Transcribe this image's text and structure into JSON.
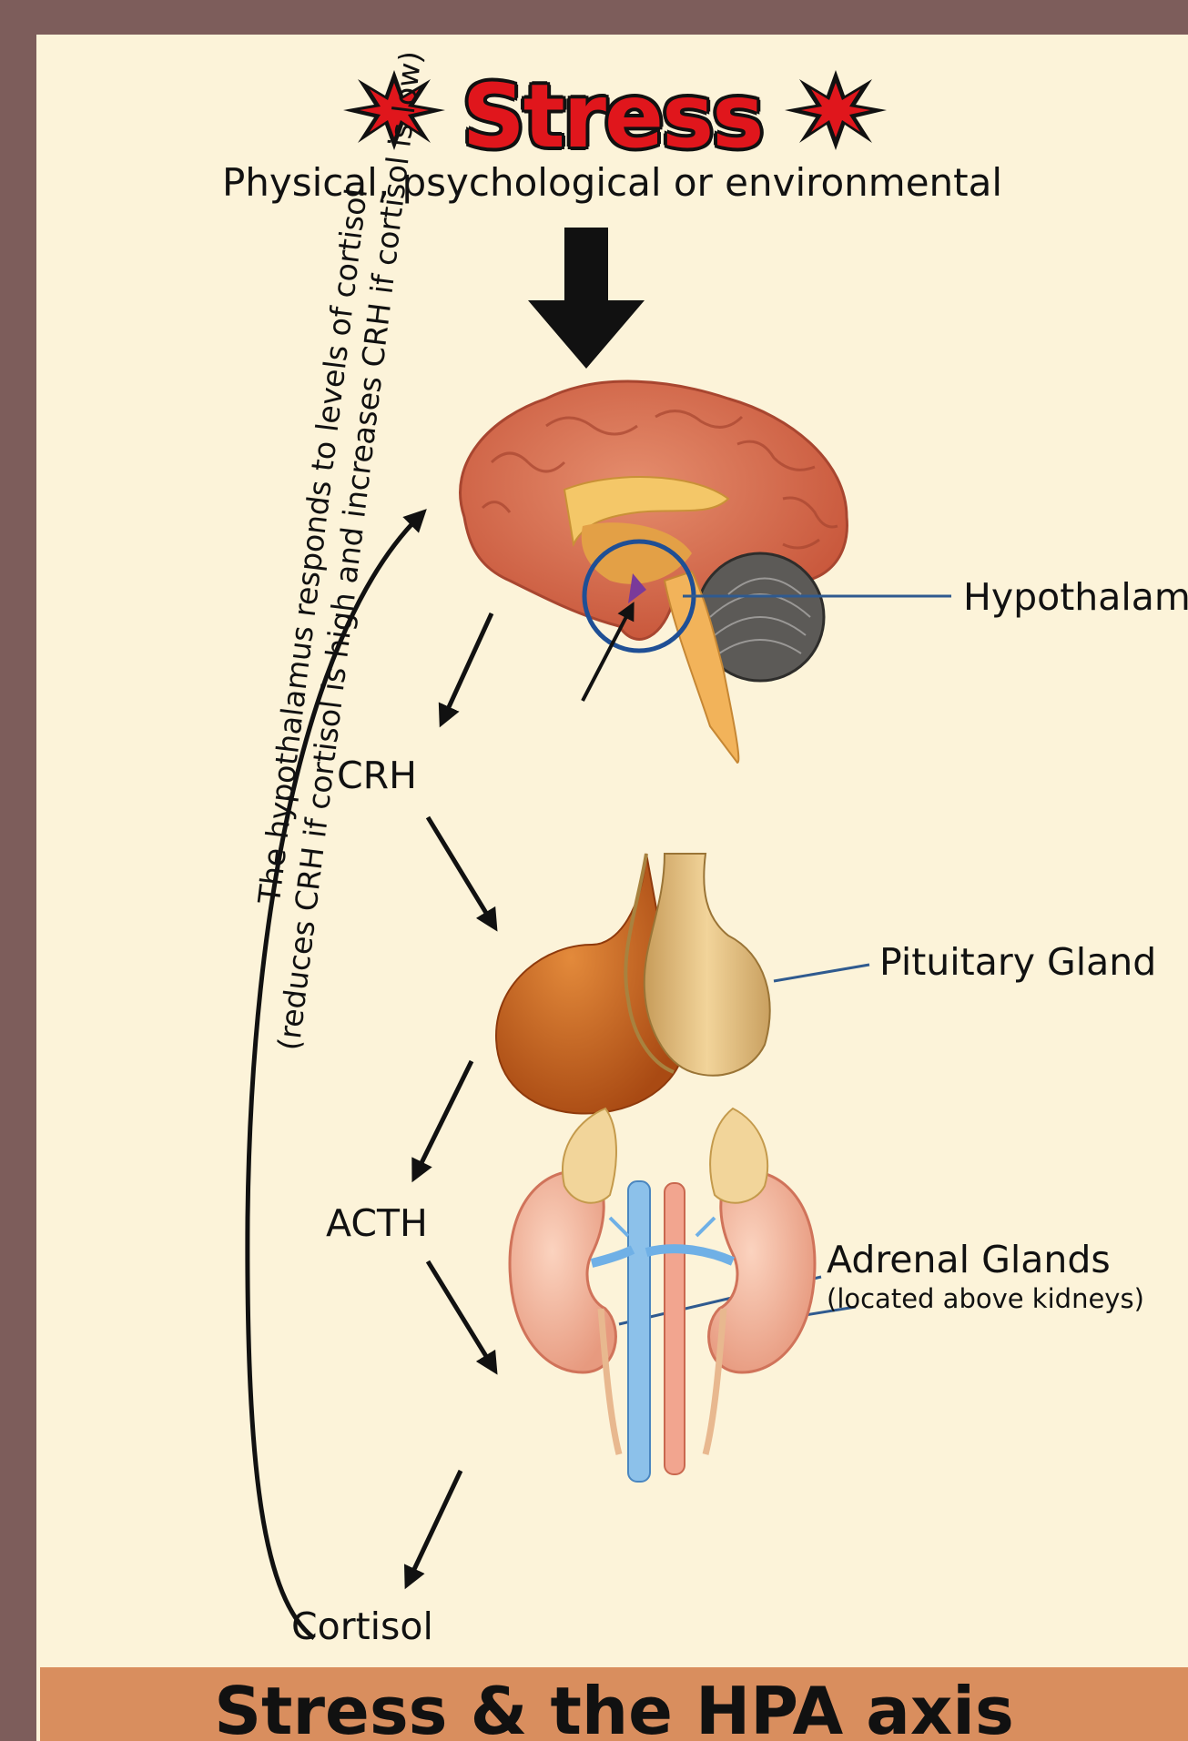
{
  "header": {
    "title": "Stress",
    "subtitle": "Physical, psychological or environmental",
    "burst_icon": "burst-star-icon"
  },
  "organs": {
    "hypothalamus": "Hypothalamus",
    "pituitary": "Pituitary Gland",
    "adrenal": "Adrenal Glands",
    "adrenal_note": "(located above kidneys)"
  },
  "hormones": {
    "crh": "CRH",
    "acth": "ACTH",
    "cortisol": "Cortisol"
  },
  "feedback": {
    "line1": "The hypothalamus responds to levels of cortisol",
    "line2": "(reduces CRH if cortisol is high and increases CRH if cortisol is low)"
  },
  "footer": {
    "title": "Stress & the HPA axis"
  },
  "colors": {
    "background": "#fcf3d9",
    "frame": "#7d5d5b",
    "title_red": "#e0161c",
    "footer_band": "#d98e5e",
    "leader_line": "#2f5a8f"
  }
}
